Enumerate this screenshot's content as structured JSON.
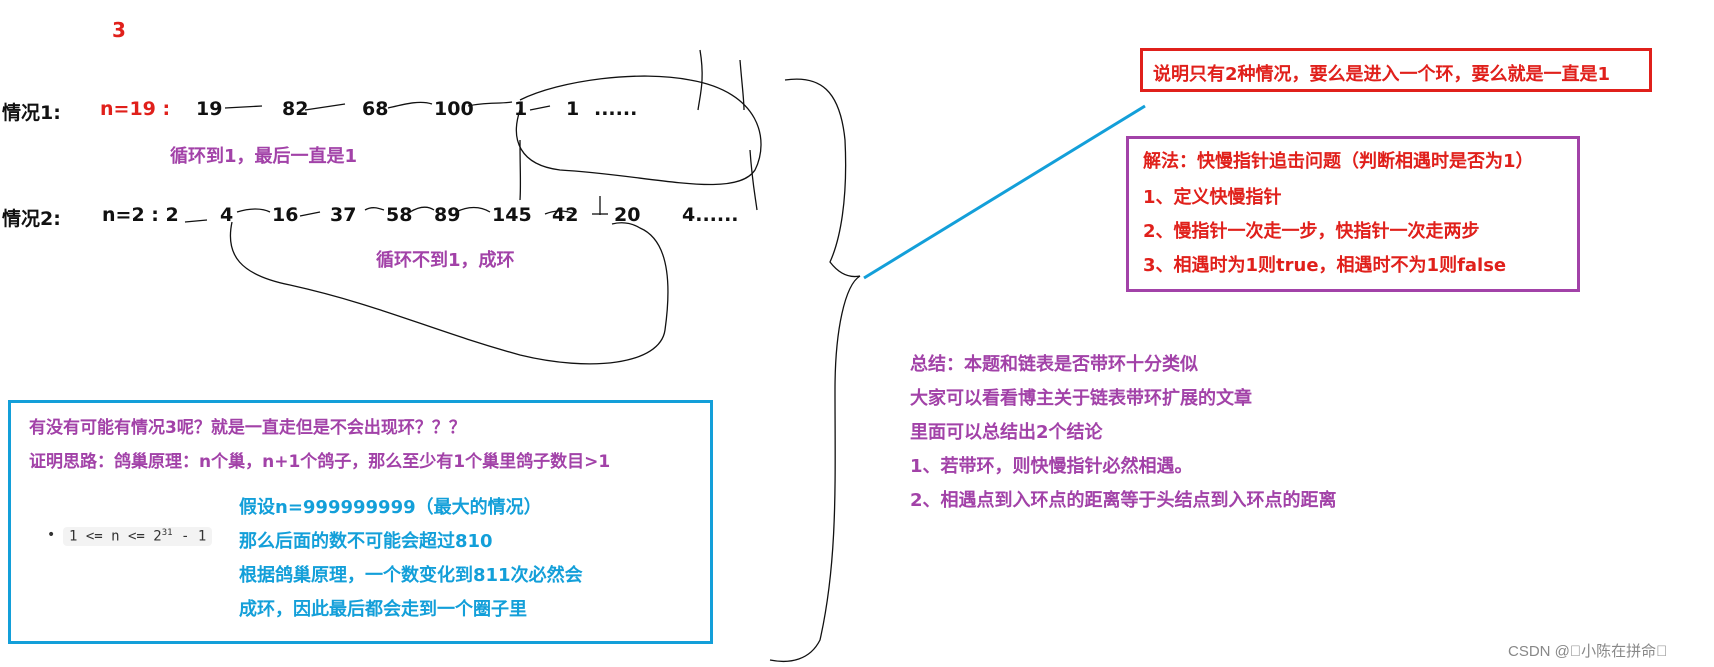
{
  "top_number": "3",
  "case1": {
    "label": "情况1:",
    "n_label": "n=19 :",
    "sequence": [
      "19",
      "82",
      "68",
      "100",
      "1",
      "1",
      "......"
    ],
    "note": "循环到1，最后一直是1"
  },
  "case2": {
    "label": "情况2:",
    "n_label": "n=2 : 2",
    "sequence": [
      "4",
      "16",
      "37",
      "58",
      "89",
      "145",
      "42",
      "20",
      "4......"
    ],
    "note": "循环不到1，成环"
  },
  "conclusion_box": {
    "text": "说明只有2种情况，要么是进入一个环，要么就是一直是1"
  },
  "solution_box": {
    "title": "解法：快慢指针追击问题（判断相遇时是否为1）",
    "steps": [
      "1、定义快慢指针",
      "2、慢指针一次走一步，快指针一次走两步",
      "3、相遇时为1则true，相遇时不为1则false"
    ]
  },
  "summary": {
    "lines": [
      "总结：本题和链表是否带环十分类似",
      "大家可以看看博主关于链表带环扩展的文章",
      "里面可以总结出2个结论",
      "1、若带环，则快慢指针必然相遇。",
      "2、相遇点到入环点的距离等于头结点到入环点的距离"
    ]
  },
  "proof_box": {
    "question": "有没有可能有情况3呢？就是一直走但是不会出现环？？？",
    "idea": "证明思路：鸽巢原理：n个巢，n+1个鸽子，那么至少有1个巢里鸽子数目>1",
    "constraint": "1 <= n <= 2",
    "constraint_exp": "31",
    "constraint_tail": " - 1",
    "reasoning": [
      "假设n=999999999（最大的情况）",
      "那么后面的数不可能会超过810",
      "根据鸽巢原理，一个数变化到811次必然会",
      "成环，因此最后都会走到一个圈子里"
    ]
  },
  "watermark": "CSDN @\u0000小陈在拼命\u0000",
  "colors": {
    "red": "#e0201b",
    "purple": "#a242a8",
    "blue": "#139fd9"
  }
}
